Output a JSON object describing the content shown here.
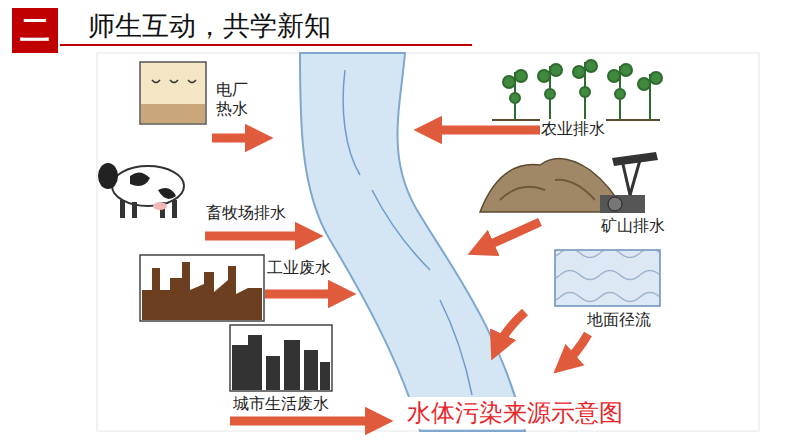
{
  "diagram": {
    "title": "师生互动，共学新知",
    "caption": "水体污染来源示意图",
    "nodes": [
      {
        "text": [
          "二"
        ]
      }
    ],
    "labels": [
      "电厂 热水",
      "畜牧场排水",
      "工业废水",
      "城市生活废水",
      "农业排水",
      "矿山排水",
      "地面径流"
    ]
  }
}
